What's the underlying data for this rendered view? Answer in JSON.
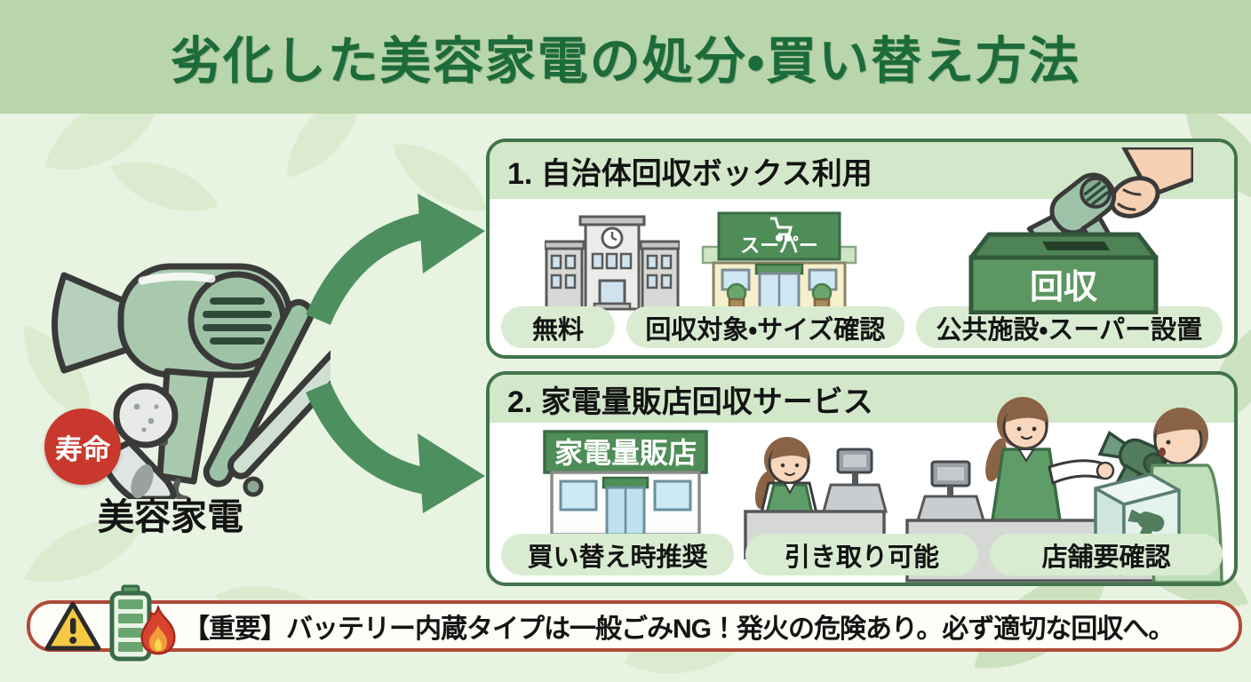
{
  "title": "劣化した美容家電の処分・買い替え方法",
  "source_item": {
    "badge": "寿命",
    "label": "美容家電"
  },
  "method1": {
    "heading": "1. 自治体回収ボックス利用",
    "supermarket_sign": "スーパー",
    "collection_box_label": "回収",
    "pills": [
      "無料",
      "回収対象・サイズ確認",
      "公共施設・スーパー設置"
    ]
  },
  "method2": {
    "heading": "2. 家電量販店回収サービス",
    "store_sign": "家電量販店",
    "pills": [
      "買い替え時推奨",
      "引き取り可能",
      "店舗要確認"
    ]
  },
  "warning": {
    "text": "【重要】バッテリー内蔵タイプは一般ごみNG！発火の危険あり。必ず適切な回収へ。"
  },
  "icons": {
    "left": [
      "hair-dryer-icon",
      "facial-roller-icon",
      "hair-straightener-icon",
      "lifespan-badge"
    ],
    "method1": [
      "government-building-icon",
      "supermarket-icon",
      "collection-box-icon",
      "hand-drop-dryer-icon"
    ],
    "method2": [
      "electronics-store-icon",
      "clerk-register-icon",
      "handover-scene-icon"
    ],
    "warning": [
      "warning-triangle-icon",
      "battery-icon",
      "flame-icon"
    ],
    "arrows": [
      "arrow-up-icon",
      "arrow-down-icon"
    ]
  },
  "colors": {
    "page_bg": "#e9f3e2",
    "title_band": "#b9d5ab",
    "title_text": "#1d6b3a",
    "box_border": "#41734c",
    "box_header_bg": "#d3e7ca",
    "pill_bg": "#d9ecd2",
    "arrow_green": "#4d8f5e",
    "sign_green": "#4e8d57",
    "badge_red": "#c9382d",
    "warning_border": "#b14a38"
  }
}
